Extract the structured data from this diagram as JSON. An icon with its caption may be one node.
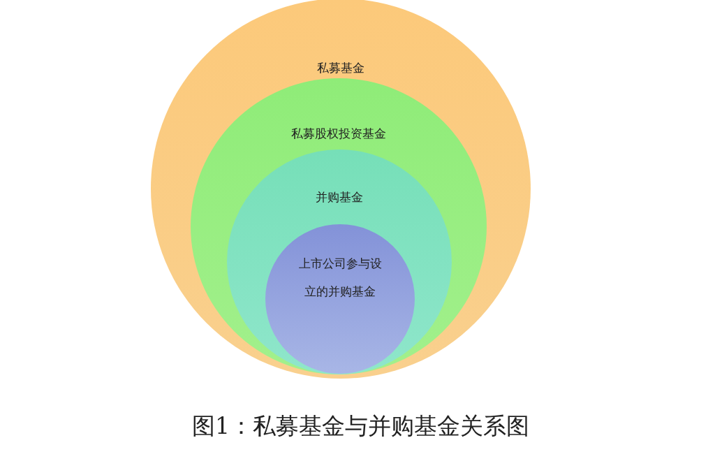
{
  "diagram": {
    "caption": "图1：私募基金与并购基金关系图",
    "nodes": [
      {
        "text": [
          "私募基金"
        ]
      },
      {
        "text": [
          "私募股权投资基金"
        ],
        "in": 0
      },
      {
        "text": [
          "并购基金"
        ],
        "in": 1
      },
      {
        "text": [
          "上市公司参与设立的并购基金"
        ],
        "in": 2
      }
    ]
  }
}
